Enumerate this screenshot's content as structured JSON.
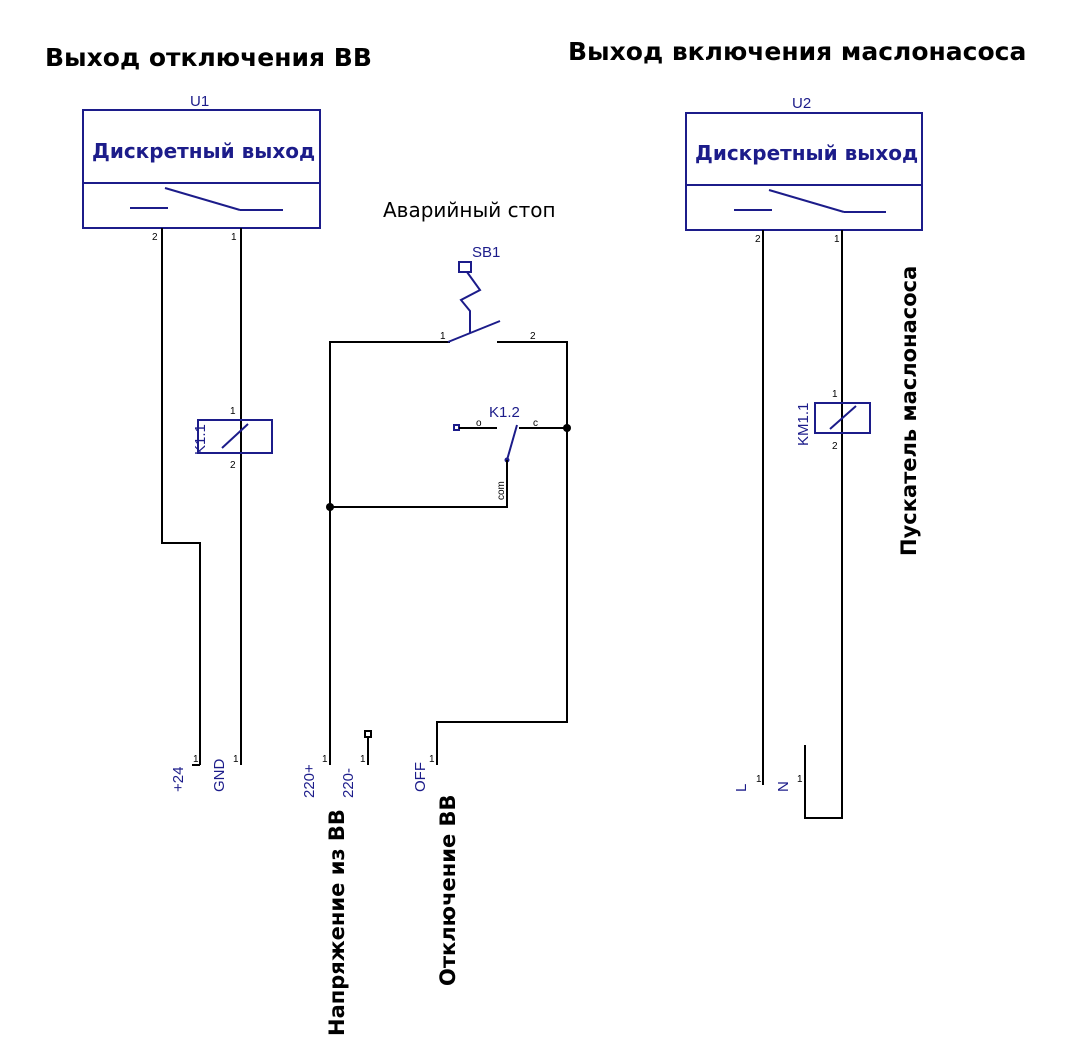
{
  "titles": {
    "left": "Выход отключения ВВ",
    "right": "Выход включения маслонасоса",
    "estop": "Аварийный стоп"
  },
  "blocks": [
    {
      "ref": "U1",
      "label": "Дискретный выход",
      "pin_left": "2",
      "pin_right": "1"
    },
    {
      "ref": "U2",
      "label": "Дискретный выход",
      "pin_left": "2",
      "pin_right": "1"
    }
  ],
  "components": {
    "k11": {
      "ref": "K1.1",
      "pin1": "1",
      "pin2": "2"
    },
    "km11": {
      "ref": "KM1.1",
      "pin1": "1",
      "pin2": "2"
    },
    "sb1": {
      "ref": "SB1",
      "pin1": "1",
      "pin2": "2"
    },
    "k12": {
      "ref": "K1.2",
      "o": "o",
      "c": "c",
      "com": "com"
    }
  },
  "terminals": [
    {
      "label": "+24",
      "pin": "1"
    },
    {
      "label": "GND",
      "pin": "1"
    },
    {
      "label": "220+",
      "pin": "1"
    },
    {
      "label": "220-",
      "pin": "1"
    },
    {
      "label": "OFF",
      "pin": "1"
    },
    {
      "label": "L",
      "pin": "1"
    },
    {
      "label": "N",
      "pin": "1"
    }
  ],
  "vertical_labels": {
    "voltage": "Напряжение из ВВ",
    "trip": "Отключение ВВ",
    "starter": "Пускатель маслонасоса"
  }
}
